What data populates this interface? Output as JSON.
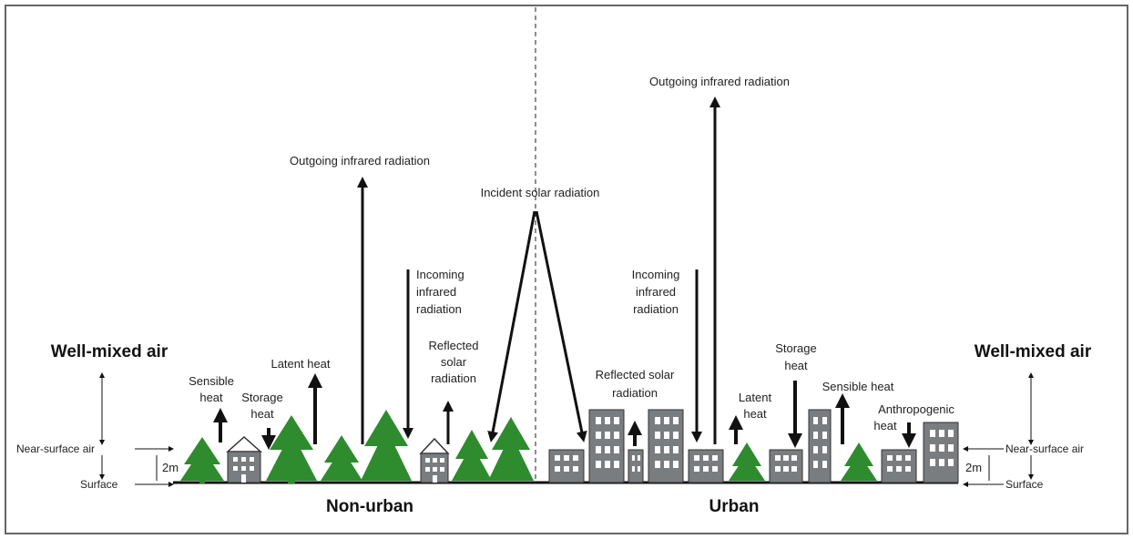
{
  "labels": {
    "outgoing_ir_left": "Outgoing infrared radiation",
    "outgoing_ir_right": "Outgoing infrared radiation",
    "incident_solar": "Incident solar radiation",
    "incoming_ir_left": [
      "Incoming",
      "infrared",
      "radiation"
    ],
    "incoming_ir_right": [
      "Incoming",
      "infrared",
      "radiation"
    ],
    "reflected_solar_left": [
      "Reflected",
      "solar",
      "radiation"
    ],
    "reflected_solar_right": [
      "Reflected solar",
      "radiation"
    ],
    "well_mixed_left": "Well-mixed air",
    "well_mixed_right": "Well-mixed air",
    "sensible_heat_left": [
      "Sensible",
      "heat"
    ],
    "storage_heat_left": [
      "Storage",
      "heat"
    ],
    "latent_heat_left": "Latent heat",
    "latent_heat_right": [
      "Latent",
      "heat"
    ],
    "storage_heat_right": [
      "Storage",
      "heat"
    ],
    "sensible_heat_right": "Sensible heat",
    "anthropogenic_heat": [
      "Anthropogenic",
      "heat"
    ],
    "near_surface_left": "Near-surface air",
    "near_surface_right": "Near-surface air",
    "surface_left": "Surface",
    "surface_right": "Surface",
    "two_m_left": "2m",
    "two_m_right": "2m",
    "non_urban": "Non-urban",
    "urban": "Urban"
  },
  "colors": {
    "tree": "#2e8b2e",
    "building": "#7a7d80",
    "window": "#ffffff",
    "arrow": "#111111"
  }
}
